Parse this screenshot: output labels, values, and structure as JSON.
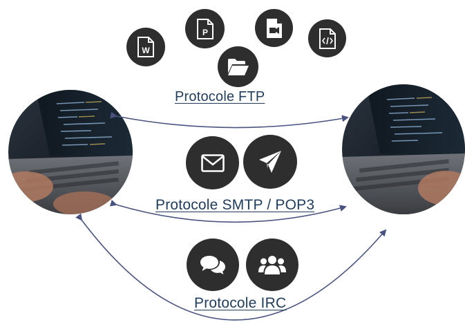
{
  "protocols": {
    "ftp": {
      "label": "Protocole FTP",
      "icons": [
        "word-file-icon",
        "powerpoint-file-icon",
        "video-file-icon",
        "code-file-icon",
        "folder-open-icon"
      ]
    },
    "smtp": {
      "label": "Protocole SMTP / POP3",
      "icons": [
        "envelope-icon",
        "paper-plane-icon"
      ]
    },
    "irc": {
      "label": "Protocole IRC",
      "icons": [
        "chat-bubbles-icon",
        "user-group-icon"
      ]
    }
  },
  "colors": {
    "icon_background": "#2e2e2e",
    "label_text": "#1f3c5c",
    "arrow": "#4a5280"
  }
}
